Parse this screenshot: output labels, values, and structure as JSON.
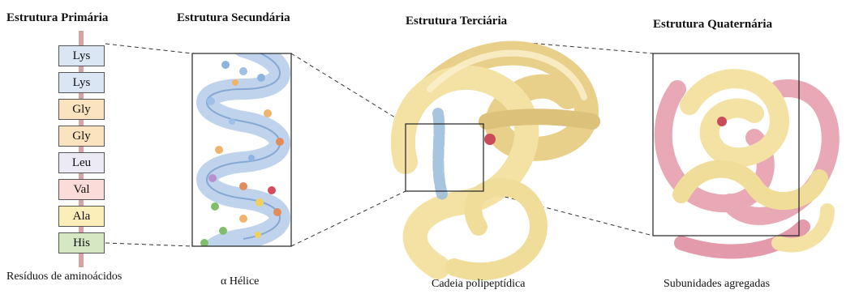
{
  "levels": [
    {
      "title": "Estrutura Primária",
      "caption": "Resíduos de aminoácidos"
    },
    {
      "title": "Estrutura Secundária",
      "caption": "α Hélice"
    },
    {
      "title": "Estrutura Terciária",
      "caption": "Cadeia polipeptídica"
    },
    {
      "title": "Estrutura Quaternária",
      "caption": "Subunidades agregadas"
    }
  ],
  "residues": [
    {
      "label": "Lys",
      "color": "#dbe6f5"
    },
    {
      "label": "Lys",
      "color": "#dbe6f5"
    },
    {
      "label": "Gly",
      "color": "#fbe3c0"
    },
    {
      "label": "Gly",
      "color": "#fbe3c0"
    },
    {
      "label": "Leu",
      "color": "#eceaf2"
    },
    {
      "label": "Val",
      "color": "#fbdcd8"
    },
    {
      "label": "Ala",
      "color": "#fbeeb8"
    },
    {
      "label": "His",
      "color": "#d5e8c3"
    }
  ],
  "colors": {
    "helix": "#a9c6e6",
    "tertiary": "#f3e2a4",
    "quaternary_pink": "#e8a8b6",
    "connector": "#333333"
  }
}
